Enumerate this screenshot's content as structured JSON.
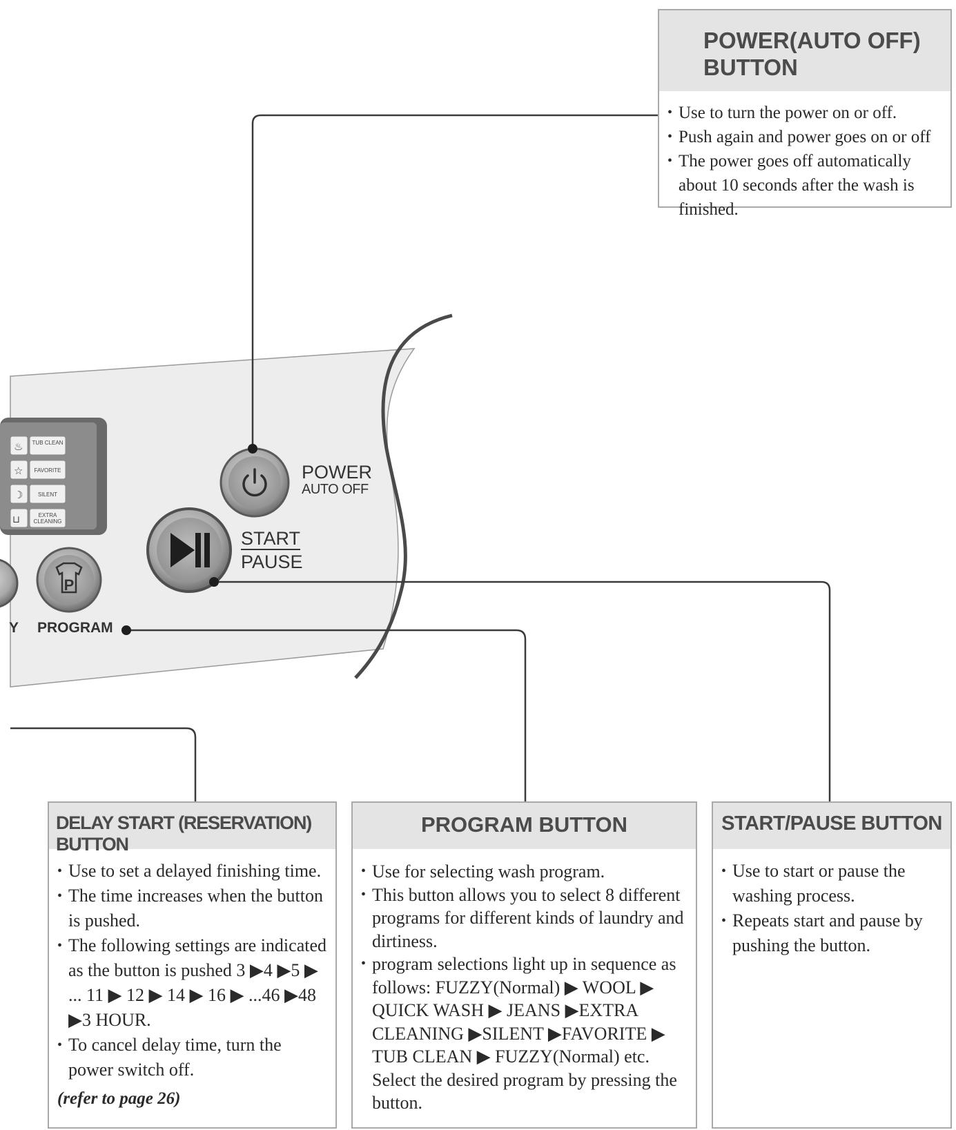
{
  "panel": {
    "power_label": "POWER",
    "power_sub_label": "AUTO OFF",
    "start_label": "START",
    "pause_label": "PAUSE",
    "program_label": "PROGRAM",
    "partial_label": "Y",
    "keys": [
      "TUB CLEAN",
      "FAVORITE",
      "SILENT",
      "EXTRA CLEANING"
    ]
  },
  "power_box": {
    "title_line1": "POWER(AUTO OFF)",
    "title_line2": "BUTTON",
    "items": [
      "Use to turn the power on or off.",
      "Push again and power goes on or off",
      "The power goes off automatically about 10 seconds after the wash is finished."
    ]
  },
  "delay_box": {
    "title": "DELAY START (RESERVATION) BUTTON",
    "items": [
      "Use to set a delayed finishing time.",
      "The time increases when the button is pushed.",
      "The following settings are indicated as the button is pushed 3 ▶4  ▶5 ▶ ... 11  ▶ 12  ▶ 14 ▶ 16 ▶ ...46 ▶48  ▶3 HOUR.",
      "To cancel delay time, turn the power switch off."
    ],
    "note": "(refer to page 26)"
  },
  "program_box": {
    "title": "PROGRAM BUTTON",
    "items": [
      "Use for selecting wash program.",
      "This button allows you to  select 8 different  programs for  different kinds  of laundry and dirtiness.",
      "program selections light up in sequence as follows: FUZZY(Normal)  ▶ WOOL ▶ QUICK WASH  ▶ JEANS  ▶EXTRA CLEANING    ▶SILENT ▶FAVORITE ▶ TUB CLEAN  ▶ FUZZY(Normal) etc. Select the desired program by pressing the button."
    ]
  },
  "startpause_box": {
    "title": "START/PAUSE BUTTON",
    "items": [
      "Use to start or pause the washing process.",
      "Repeats start and pause by pushing the button."
    ]
  }
}
